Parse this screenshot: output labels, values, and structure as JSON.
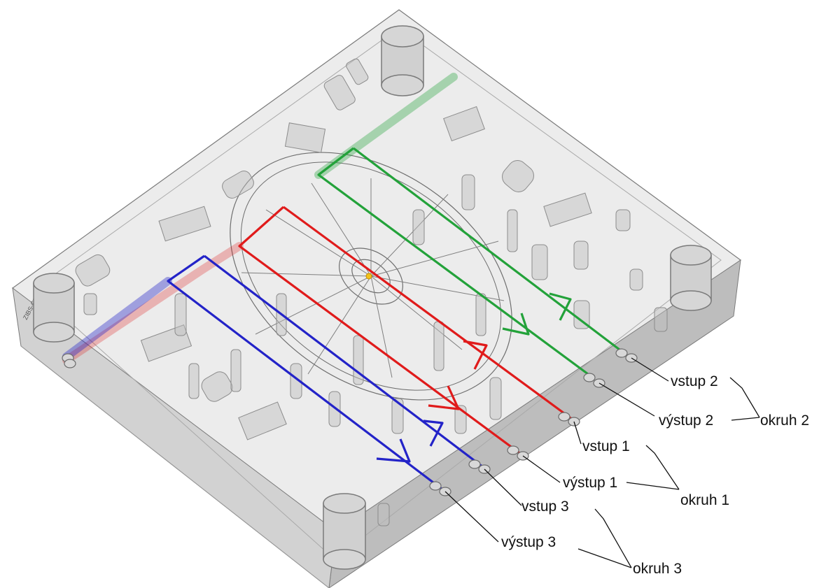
{
  "colors": {
    "circuit_1": "#e01b1b",
    "circuit_2": "#23a23a",
    "circuit_3": "#2323c8",
    "mold_face": "#e9e9e9",
    "mold_side": "#b9b9b9",
    "outline": "#6f6f6f"
  },
  "labels": {
    "vstup_2": "vstup 2",
    "vystup_2": "výstup 2",
    "okruh_2": "okruh 2",
    "vstup_1": "vstup 1",
    "vystup_1": "výstup 1",
    "okruh_1": "okruh 1",
    "vstup_3": "vstup 3",
    "vystup_3": "výstup 3",
    "okruh_3": "okruh 3"
  },
  "side_mark": "ZIBS-CBG"
}
